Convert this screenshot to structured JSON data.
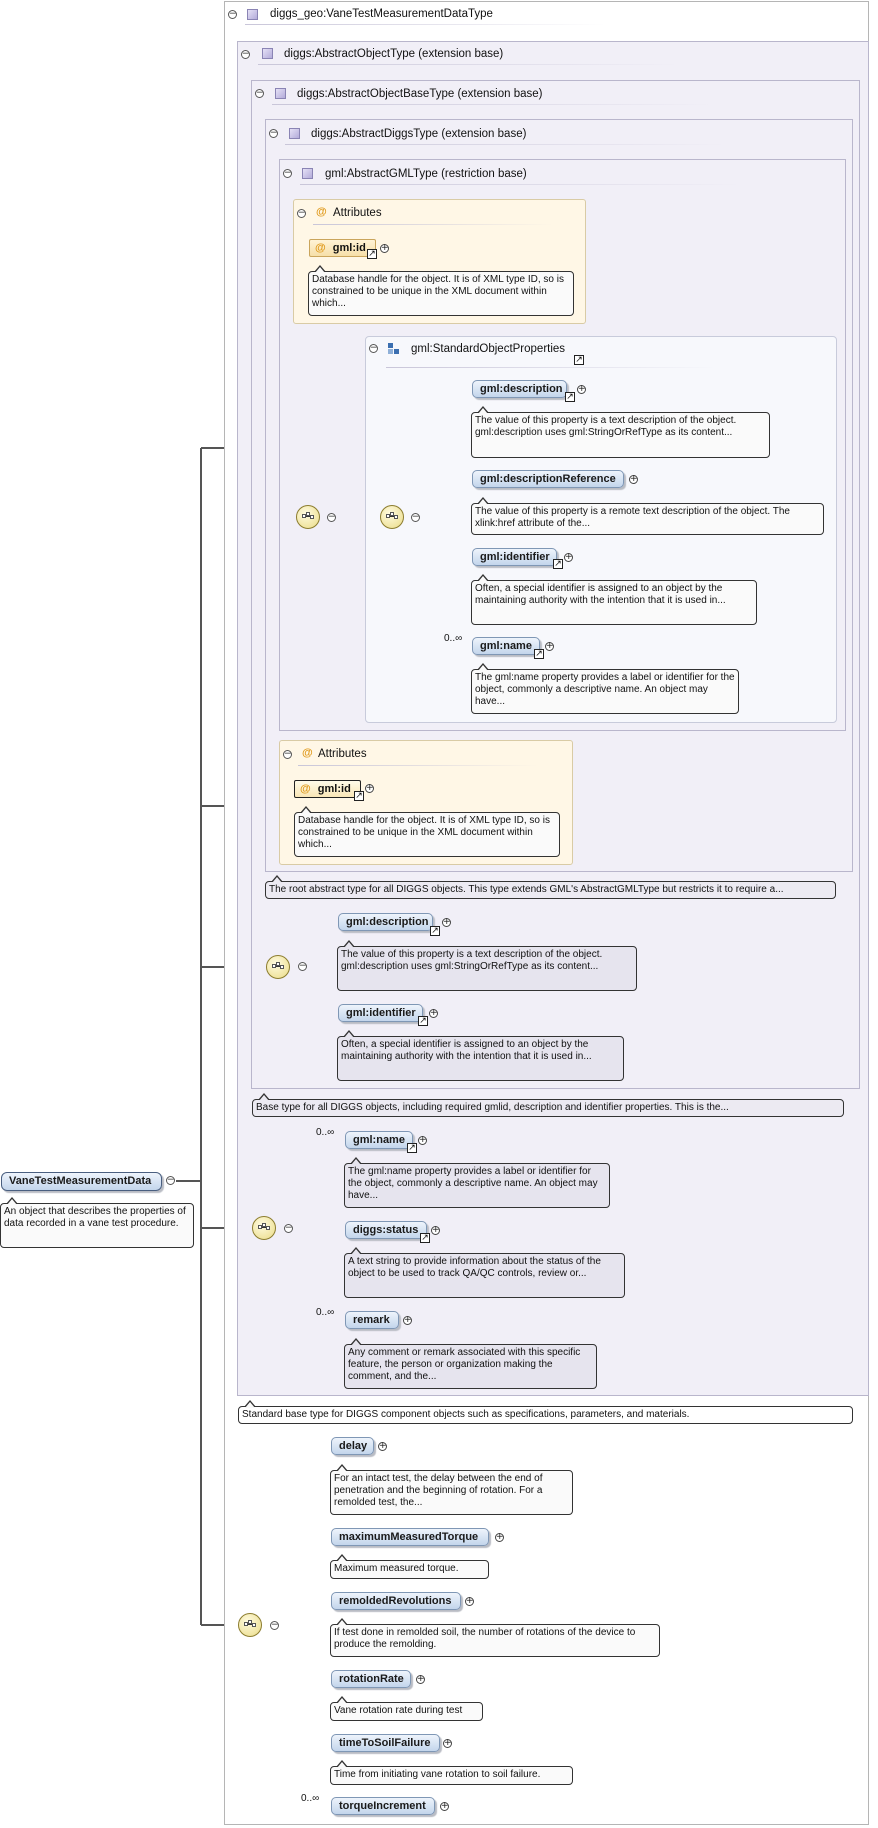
{
  "types": {
    "vane": "diggs_geo:VaneTestMeasurementDataType",
    "object": "diggs:AbstractObjectType (extension base)",
    "objectBase": "diggs:AbstractObjectBaseType (extension base)",
    "diggs": "diggs:AbstractDiggsType (extension base)",
    "gml": "gml:AbstractGMLType (restriction base)"
  },
  "attributes_label": "Attributes",
  "gml_id": {
    "label": "gml:id",
    "doc": "Database handle for the object. It is of XML type ID, so is constrained to be unique in the XML document within which..."
  },
  "standard_object_properties": "gml:StandardObjectProperties",
  "gml_elements": {
    "description": {
      "label": "gml:description",
      "doc": "The value of this property is a text description of the object. gml:description uses gml:StringOrRefType as its content..."
    },
    "descriptionReference": {
      "label": "gml:descriptionReference",
      "doc": "The value of this property is a remote text description of the object. The xlink:href attribute of the..."
    },
    "identifier": {
      "label": "gml:identifier",
      "doc": "Often, a special identifier is assigned to an object by the maintaining authority with the intention that it is used in..."
    },
    "name": {
      "label": "gml:name",
      "doc": "The gml:name property provides a label or identifier for the object, commonly a descriptive name. An object may have..."
    }
  },
  "cardinality": "0..∞",
  "diggs_type_doc": "The root abstract type for all DIGGS objects. This type extends GML's AbstractGMLType but restricts it to require a...",
  "object_base_doc": "Base type for all DIGGS objects, including required gmlid, description and identifier properties. This is the...",
  "object_elements": {
    "status": {
      "label": "diggs:status",
      "doc": "A text string to provide information about the status of the object to be used to track QA/QC controls, review or..."
    },
    "remark": {
      "label": "remark",
      "doc": "Any comment or remark associated with this specific feature, the person or organization making the comment, and the..."
    }
  },
  "object_doc": "Standard base type for DIGGS component objects such as specifications, parameters, and materials.",
  "root": {
    "label": "VaneTestMeasurementData",
    "doc": "An object that describes the properties of data recorded in a vane test procedure."
  },
  "vane_elements": {
    "delay": {
      "label": "delay",
      "doc": "For an intact test, the delay between the end of penetration and the beginning of rotation. For a remolded test, the..."
    },
    "maximumMeasuredTorque": {
      "label": "maximumMeasuredTorque",
      "doc": "Maximum measured torque."
    },
    "remoldedRevolutions": {
      "label": "remoldedRevolutions",
      "doc": "If test done in remolded soil, the number of rotations of the device to produce the remolding."
    },
    "rotationRate": {
      "label": "rotationRate",
      "doc": "Vane rotation rate during test"
    },
    "timeToSoilFailure": {
      "label": "timeToSoilFailure",
      "doc": "Time from initiating vane rotation to soil failure."
    },
    "torqueIncrement": {
      "label": "torqueIncrement"
    }
  },
  "icons": {
    "collapse": "minus-circle",
    "expand": "plus-circle",
    "reference": "arrow-ne",
    "attribute": "at-sign",
    "sequence": "sequence-compositor",
    "type": "complex-type-square",
    "group": "group-icon"
  },
  "glyphs": {
    "minus": "−",
    "plus": "+",
    "arrow": "↗",
    "at": "@"
  }
}
